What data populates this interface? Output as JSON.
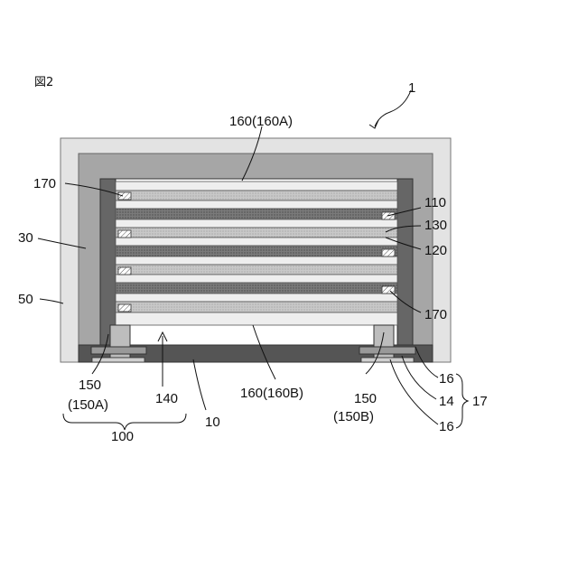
{
  "figure": {
    "title": "図2",
    "labels": {
      "device": "1",
      "top_insulator": "160(160A)",
      "bottom_insulator": "160(160B)",
      "marker_upper_left": "170",
      "marker_right": "170",
      "layer_110": "110",
      "layer_130": "130",
      "layer_120": "120",
      "mold_30": "30",
      "encap_50": "50",
      "bump_left_num": "150",
      "bump_left_sub": "(150A)",
      "gap_140": "140",
      "substrate_10": "10",
      "bump_right_num": "150",
      "bump_right_sub": "(150B)",
      "pad_16_top": "16",
      "pad_14": "14",
      "pad_16_bottom": "16",
      "group_17": "17",
      "group_100": "100"
    }
  },
  "colors": {
    "outer_encap": "#e3e3e3",
    "mold": "#a6a6a6",
    "pillar": "#666666",
    "bg_inside": "#ffffff",
    "stack_light": "#d4d4d4",
    "stack_dark": "#8a8a8a",
    "substrate": "#555555",
    "bump": "#bdbdbd"
  }
}
